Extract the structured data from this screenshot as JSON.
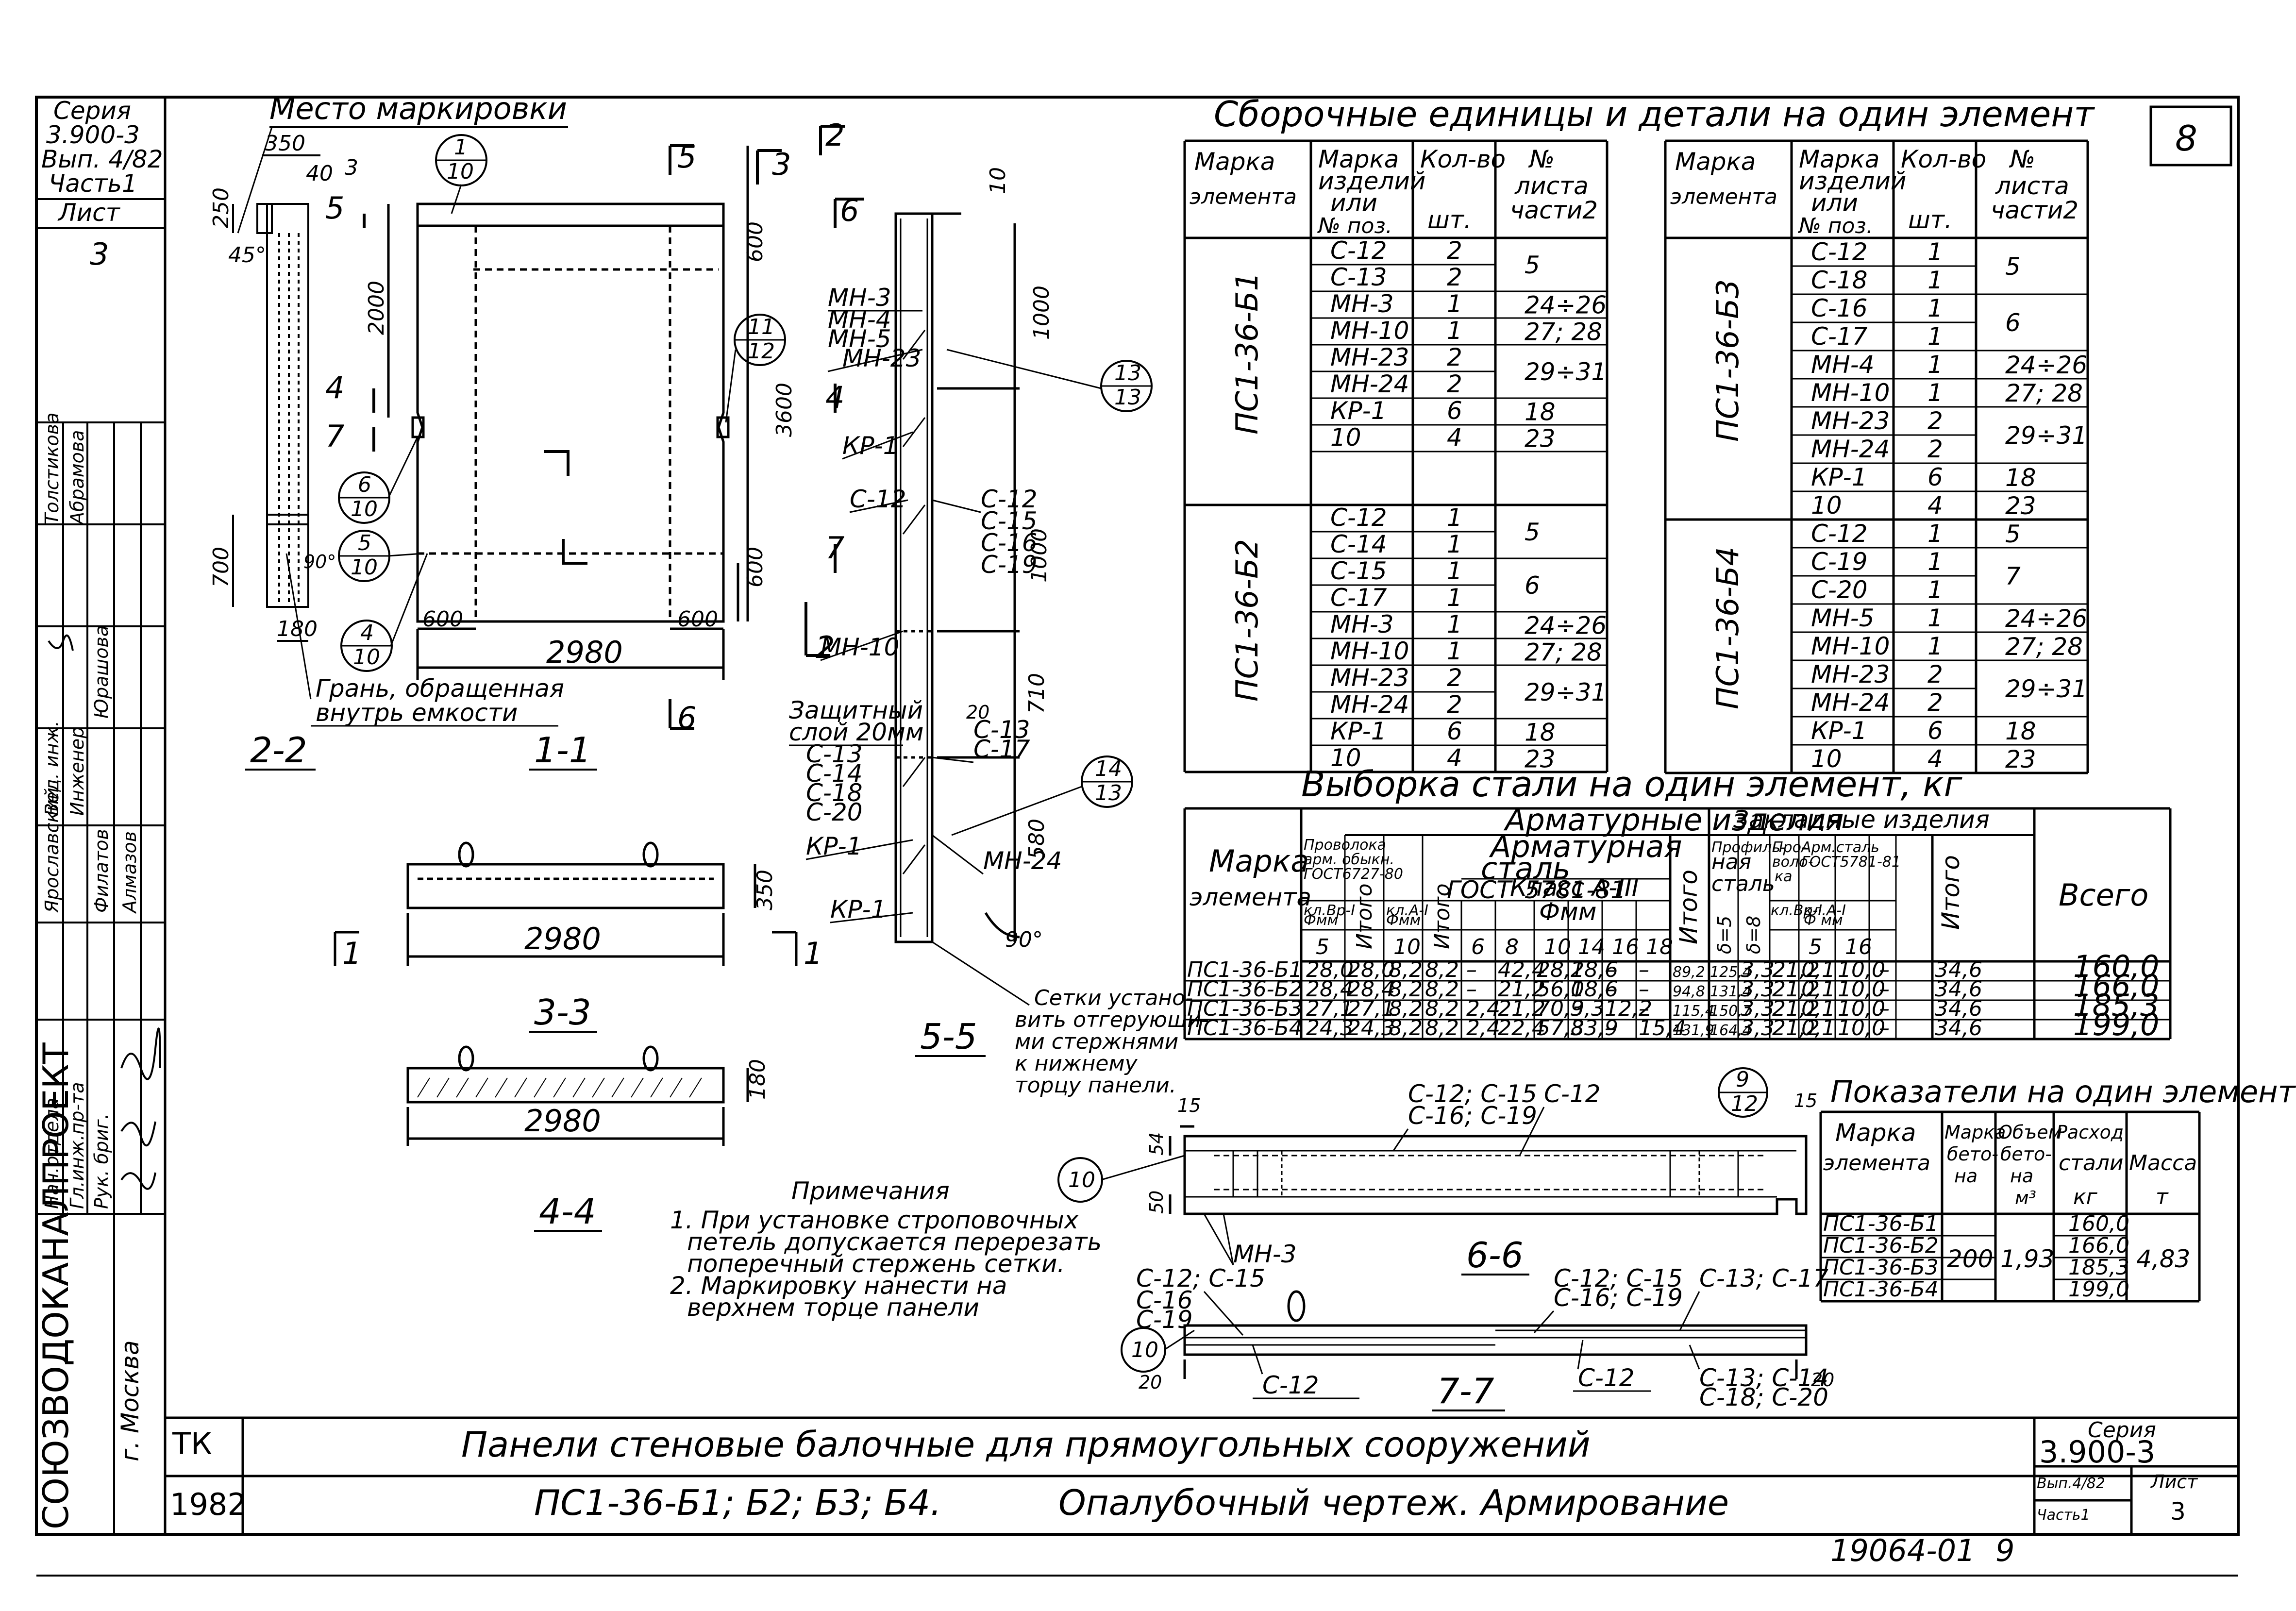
{
  "stamp": {
    "series_label": "Серия",
    "series": "3.900-3",
    "issue": "Вып. 4/82",
    "part": "Часть1",
    "sheet_label": "Лист",
    "sheet_no": "3",
    "roles": [
      "Нач.отдела",
      "Гл.инж.пр-та",
      "Рук. бриг.",
      "Ярославский",
      "Вед. инж.",
      "Инженер"
    ],
    "names": [
      "Филатов",
      "Алмазов",
      "Абрамова",
      "Юрашова",
      "Толстикова"
    ],
    "org": "СОЮЗВОДОКАНАЛПРОЕКТ",
    "city": "г. Москва",
    "tk": "ТК",
    "year": "1982",
    "title_line1": "Панели стеновые балочные   для прямоугольных сооружений",
    "title_line2a": "ПС1-36-Б1; Б2; Б3; Б4.",
    "title_line2b": "Опалубочный чертеж. Армирование",
    "series_box_label": "Серия",
    "series_box_value": "3.900-3",
    "issue_box": "Вып.4/82",
    "part_box": "Часть1",
    "sheet_box_label": "Лист",
    "sheet_box_value": "3",
    "archive_no": "19064-01",
    "page_no": "9",
    "corner_no": "8"
  },
  "drawing": {
    "marking_place": "Место маркировки",
    "face_note_1": "Грань, обращенная",
    "face_note_2": "внутрь емкости",
    "dims": {
      "d350": "350",
      "d40": "40",
      "d3": "3",
      "d250": "250",
      "d45": "45°",
      "d700": "700",
      "d90": "90°",
      "d180": "180",
      "d2000": "2000",
      "d3600": "3600",
      "d600a": "600",
      "d600b": "600",
      "d600c": "600",
      "d600d": "600",
      "d2980": "2980",
      "d1000a": "1000",
      "d1000b": "1000",
      "d710": "710",
      "d580": "580",
      "d10": "10",
      "d20": "20",
      "d350b": "350",
      "d2980b": "2980",
      "d180b": "180",
      "d2980c": "2980",
      "d15a": "15",
      "d15b": "15",
      "d54": "54",
      "d50": "50",
      "d20b": "20",
      "d20c": "20"
    },
    "sections": {
      "s22": "2-2",
      "s11": "1-1",
      "s33": "3-3",
      "s44": "4-4",
      "s55": "5-5",
      "s66": "6-6",
      "s77": "7-7"
    },
    "cut_marks": [
      "5",
      "3",
      "2",
      "6",
      "4",
      "7",
      "1",
      "1",
      "2",
      "5",
      "7",
      "6",
      "3",
      "4",
      "1",
      "1"
    ],
    "callouts": [
      {
        "top": "1",
        "bottom": "10"
      },
      {
        "top": "11",
        "bottom": "12"
      },
      {
        "top": "13",
        "bottom": "13"
      },
      {
        "top": "6",
        "bottom": "10"
      },
      {
        "top": "5",
        "bottom": "10"
      },
      {
        "top": "4",
        "bottom": "10"
      },
      {
        "top": "14",
        "bottom": "13"
      },
      {
        "top": "9",
        "bottom": "12"
      },
      {
        "top": "10",
        "bottom": ""
      },
      {
        "top": "10",
        "bottom": ""
      }
    ],
    "s55_labels": [
      "МН-3",
      "МН-4",
      "МН-5",
      "МН-23",
      "КР-1",
      "С-12",
      "С-12",
      "С-15",
      "С-16",
      "С-19",
      "МН-10",
      "Защитный",
      "слой 20мм",
      "С-13",
      "С-14",
      "С-18",
      "С-20",
      "С-13",
      "С-17",
      "КР-1",
      "КР-1",
      "МН-24",
      "90°"
    ],
    "mesh_note": [
      "Сетки устано-",
      "вить отгерующи-",
      "ми стержнями",
      "к нижнему",
      "торцу панели."
    ],
    "s66_labels": [
      "С-12; С-15",
      "С-16; С-19",
      "С-12",
      "МН-3"
    ],
    "s77_labels": [
      "С-12; С-15",
      "С-16",
      "С-19",
      "С-12; С-15",
      "С-16; С-19",
      "С-13; С-17",
      "С-12",
      "С-12",
      "С-13; С-14",
      "С-18; С-20"
    ],
    "notes_title": "Примечания",
    "notes": [
      "1. При установке строповочных",
      "петель допускается перерезать",
      "поперечный стержень сетки.",
      "2. Маркировку нанести на",
      "верхнем торце панели"
    ]
  },
  "assembly": {
    "title": "Сборочные единицы и детали на один элемент",
    "headers": [
      "Марка элемента",
      "Марка изделий или № поз.",
      "Кол-во шт.",
      "№ листа части2"
    ],
    "left": [
      {
        "mark": "ПС1-36-Б1",
        "rows": [
          [
            "С-12",
            "2",
            "5"
          ],
          [
            "С-13",
            "2",
            ""
          ],
          [
            "МН-3",
            "1",
            "24÷26"
          ],
          [
            "МН-10",
            "1",
            "27; 28"
          ],
          [
            "МН-23",
            "2",
            "29÷31"
          ],
          [
            "МН-24",
            "2",
            ""
          ],
          [
            "КР-1",
            "6",
            "18"
          ],
          [
            "10",
            "4",
            "23"
          ]
        ]
      },
      {
        "mark": "ПС1-36-Б2",
        "rows": [
          [
            "С-12",
            "1",
            "5"
          ],
          [
            "С-14",
            "1",
            ""
          ],
          [
            "С-15",
            "1",
            "6"
          ],
          [
            "С-17",
            "1",
            ""
          ],
          [
            "МН-3",
            "1",
            "24÷26"
          ],
          [
            "МН-10",
            "1",
            "27; 28"
          ],
          [
            "МН-23",
            "2",
            "29÷31"
          ],
          [
            "МН-24",
            "2",
            ""
          ],
          [
            "КР-1",
            "6",
            "18"
          ],
          [
            "10",
            "4",
            "23"
          ]
        ]
      }
    ],
    "right": [
      {
        "mark": "ПС1-36-Б3",
        "rows": [
          [
            "С-12",
            "1",
            "5"
          ],
          [
            "С-18",
            "1",
            ""
          ],
          [
            "С-16",
            "1",
            "6"
          ],
          [
            "С-17",
            "1",
            ""
          ],
          [
            "МН-4",
            "1",
            "24÷26"
          ],
          [
            "МН-10",
            "1",
            "27; 28"
          ],
          [
            "МН-23",
            "2",
            "29÷31"
          ],
          [
            "МН-24",
            "2",
            ""
          ],
          [
            "КР-1",
            "6",
            "18"
          ],
          [
            "10",
            "4",
            "23"
          ]
        ]
      },
      {
        "mark": "ПС1-36-Б4",
        "rows": [
          [
            "С-12",
            "1",
            "5"
          ],
          [
            "С-19",
            "1",
            "7"
          ],
          [
            "С-20",
            "1",
            ""
          ],
          [
            "МН-5",
            "1",
            "24÷26"
          ],
          [
            "МН-10",
            "1",
            "27; 28"
          ],
          [
            "МН-23",
            "2",
            "29÷31"
          ],
          [
            "МН-24",
            "2",
            ""
          ],
          [
            "КР-1",
            "6",
            "18"
          ],
          [
            "10",
            "4",
            "23"
          ]
        ]
      }
    ]
  },
  "steel": {
    "title": "Выборка стали на один элемент, кг",
    "h_mark": "Марка элемента",
    "h_rebar": "Арматурные изделия",
    "h_wire": "Проволока арм. обыкн. ГОСТ6727-80",
    "h_bar": "Арматурная сталь ГОСТ 5781-81",
    "h_cls": "Класс А-III",
    "h_embed": "Закладные изделия",
    "h_prof": "Профильная сталь",
    "h_wire2": "Проволока",
    "h_bar2": "Арм. сталь ГОСТ5781-81",
    "h_total": "Всего",
    "h_itogo": "Итого",
    "h_vr1": "кл.Вр-I",
    "h_a1": "кл.А-I",
    "h_fmm": "Фмм",
    "h_d5": "5",
    "h_d10": "10",
    "h_dd": [
      "6",
      "8",
      "10",
      "14",
      "16",
      "18"
    ],
    "h_d16": "16",
    "h_d5b": "5",
    "h_b5": "δ=5",
    "h_b8": "δ=8",
    "rows": [
      [
        "ПС1-36-Б1",
        "28,0",
        "28,0",
        "8,2",
        "8,2",
        "–",
        "42,4",
        "28,2",
        "18,6",
        "–",
        "–",
        "89,2",
        "125,4",
        "3,3",
        "21,2",
        "0,1",
        "10,0",
        "–",
        "34,6",
        "160,0"
      ],
      [
        "ПС1-36-Б2",
        "28,4",
        "28,4",
        "8,2",
        "8,2",
        "–",
        "21,2",
        "56,0",
        "18,6",
        "–",
        "–",
        "94,8",
        "131,4",
        "3,3",
        "21,2",
        "0,1",
        "10,0",
        "–",
        "34,6",
        "166,0"
      ],
      [
        "ПС1-36-Б3",
        "27,1",
        "27,1",
        "8,2",
        "8,2",
        "2,4",
        "21,2",
        "70,3",
        "9,3",
        "12,2",
        "–",
        "115,4",
        "150,7",
        "3,3",
        "21,2",
        "0,1",
        "10,0",
        "–",
        "34,6",
        "185,3"
      ],
      [
        "ПС1-36-Б4",
        "24,3",
        "24,3",
        "8,2",
        "8,2",
        "2,4",
        "22,4",
        "57,8",
        "33,9",
        "–",
        "15,4",
        "131,9",
        "164,4",
        "3,3",
        "21,2",
        "0,1",
        "10,0",
        "–",
        "34,6",
        "199,0"
      ]
    ]
  },
  "indicators": {
    "title": "Показатели на один элемент",
    "headers": [
      "Марка элемента",
      "Марка бетона",
      "Объем бетона м³",
      "Расход стали кг",
      "Масса т"
    ],
    "marks": [
      "ПС1-36-Б1",
      "ПС1-36-Б2",
      "ПС1-36-Б3",
      "ПС1-36-Б4"
    ],
    "steel": [
      "160,0",
      "166,0",
      "185,3",
      "199,0"
    ],
    "concrete": "200",
    "volume": "1,93",
    "mass": "4,83"
  }
}
